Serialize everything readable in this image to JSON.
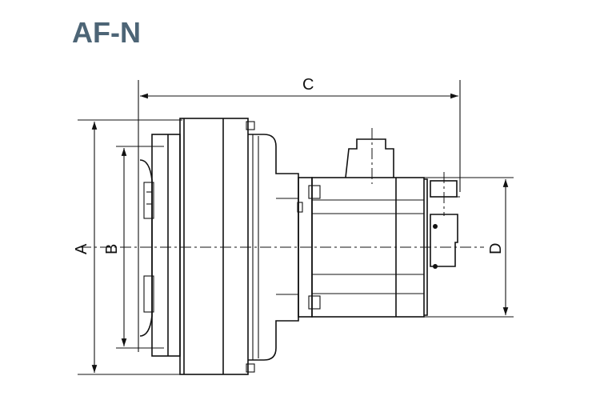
{
  "title": "AF-N",
  "dimensions": {
    "a": "A",
    "b": "B",
    "c": "C",
    "d": "D"
  }
}
